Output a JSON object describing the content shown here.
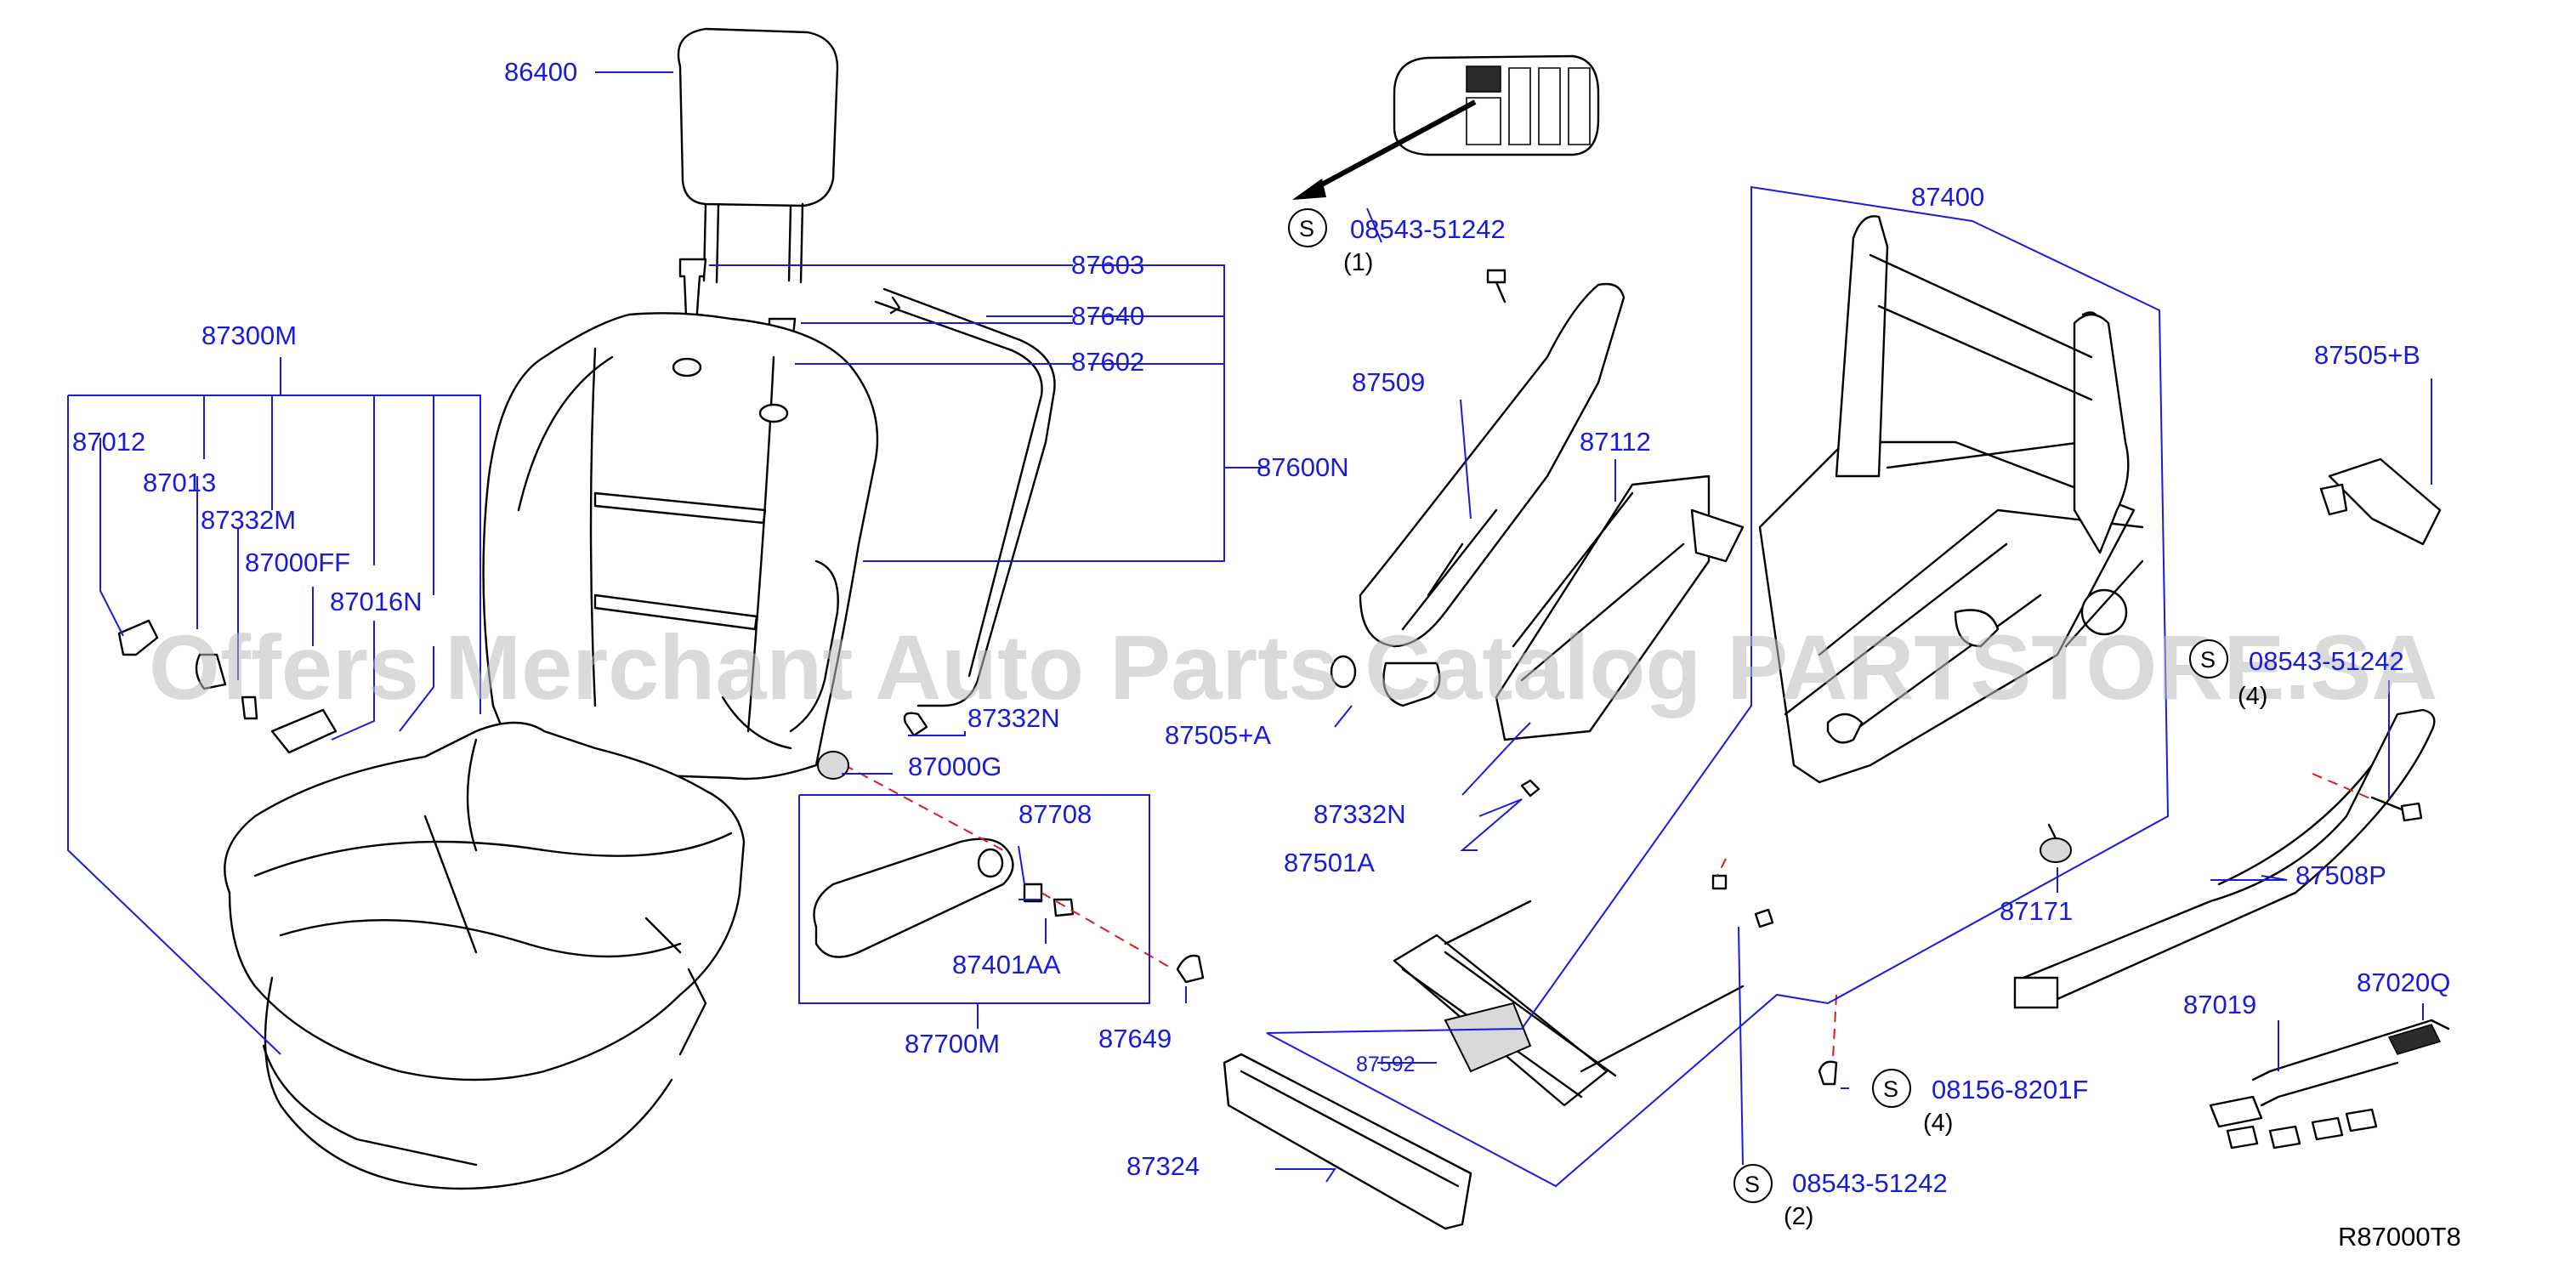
{
  "diagram": {
    "reference": "R87000T8",
    "watermark": "Offers Merchant Auto Parts Catalog PARTSTORE.SA",
    "screw_symbol": "S",
    "part_labels": {
      "p86400": "86400",
      "p87603": "87603",
      "p87640": "87640",
      "p87602": "87602",
      "p87600N": "87600N",
      "p87300M": "87300M",
      "p87012": "87012",
      "p87013": "87013",
      "p87332M": "87332M",
      "p87000FF": "87000FF",
      "p87016N": "87016N",
      "p87332N_a": "87332N",
      "p87000G": "87000G",
      "p87708": "87708",
      "p87401AA": "87401AA",
      "p87700M": "87700M",
      "p87649": "87649",
      "p87505A": "87505+A",
      "p87509": "87509",
      "p87112": "87112",
      "p87332N_b": "87332N",
      "p87501A": "87501A",
      "p87592": "87592",
      "p87324": "87324",
      "p87400": "87400",
      "p87505B": "87505+B",
      "p87171": "87171",
      "p87508P": "87508P",
      "p87019": "87019",
      "p87020Q": "87020Q"
    },
    "screw_callouts": {
      "s1": {
        "part": "08543-51242",
        "qty": "(1)"
      },
      "s2": {
        "part": "08543-51242",
        "qty": "(4)"
      },
      "s3": {
        "part": "08156-8201F",
        "qty": "(4)"
      },
      "s4": {
        "part": "08543-51242",
        "qty": "(2)"
      }
    }
  }
}
